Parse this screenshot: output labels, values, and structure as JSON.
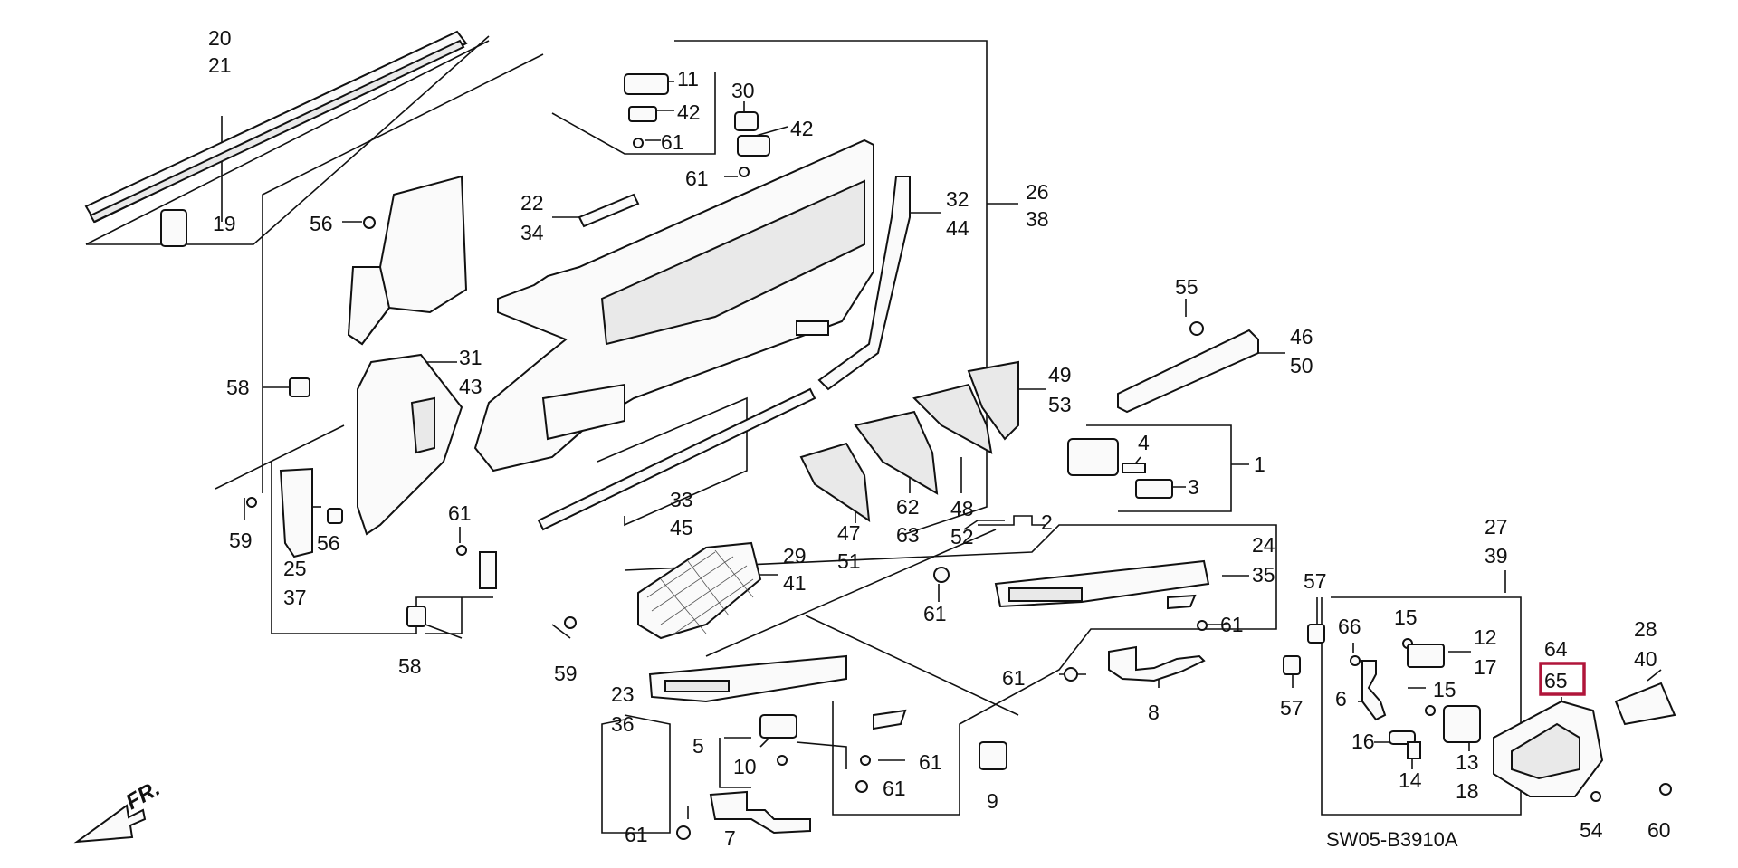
{
  "diagram": {
    "code": "SW05-B3910A",
    "direction_label": "FR.",
    "highlight_color": "#b0153a",
    "highlighted_part": "65",
    "labels": [
      "20",
      "21",
      "19",
      "11",
      "42",
      "61",
      "30",
      "42",
      "61",
      "22",
      "34",
      "26",
      "38",
      "56",
      "32",
      "44",
      "31",
      "43",
      "58",
      "55",
      "46",
      "50",
      "49",
      "53",
      "4",
      "1",
      "3",
      "59",
      "25",
      "37",
      "56",
      "61",
      "33",
      "45",
      "48",
      "52",
      "47",
      "51",
      "62",
      "63",
      "2",
      "29",
      "41",
      "24",
      "35",
      "61",
      "61",
      "58",
      "59",
      "57",
      "27",
      "39",
      "66",
      "15",
      "12",
      "17",
      "64",
      "65",
      "28",
      "40",
      "23",
      "36",
      "61",
      "8",
      "6",
      "15",
      "16",
      "13",
      "14",
      "18",
      "5",
      "10",
      "61",
      "61",
      "9",
      "7",
      "61",
      "57",
      "54",
      "60"
    ]
  }
}
